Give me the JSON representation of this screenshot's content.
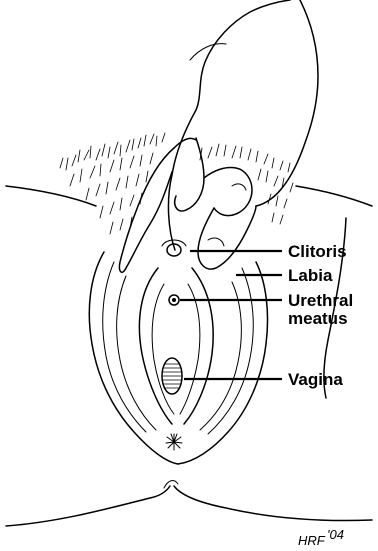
{
  "labels": {
    "clitoris": "Clitoris",
    "labia": "Labia",
    "urethral_line1": "Urethral",
    "urethral_line2": "meatus",
    "vagina": "Vagina"
  },
  "signature": {
    "initials": "HRF",
    "year": "'04"
  },
  "colors": {
    "ink": "#000000",
    "background": "#ffffff"
  }
}
